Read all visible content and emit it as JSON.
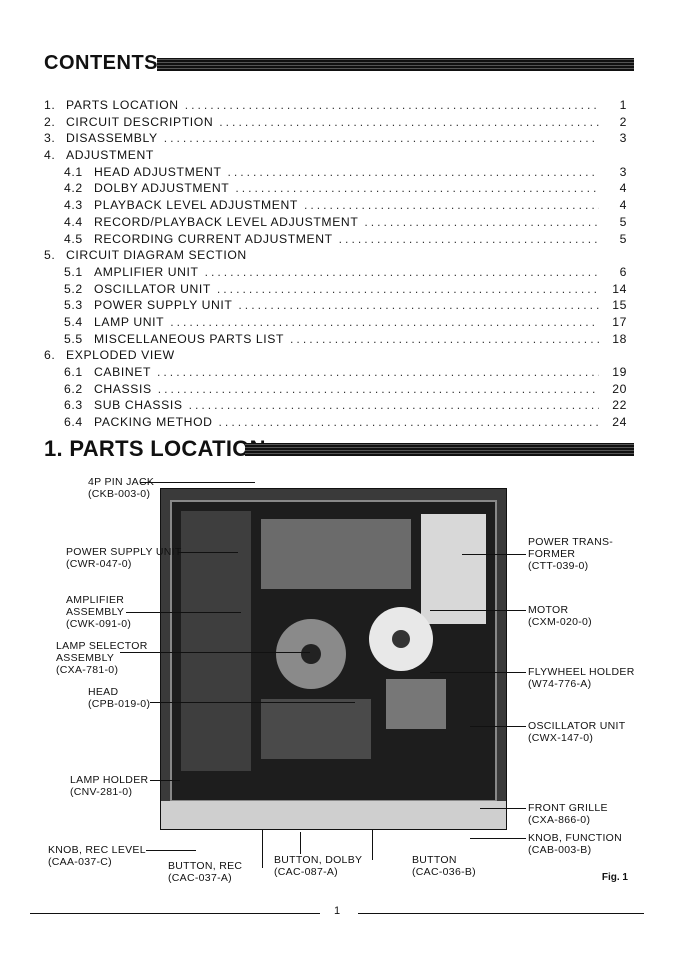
{
  "contents_heading": "CONTENTS",
  "toc": [
    {
      "num": "1.",
      "title": "PARTS LOCATION",
      "page": "1",
      "level": 0
    },
    {
      "num": "2.",
      "title": "CIRCUIT DESCRIPTION",
      "page": "2",
      "level": 0
    },
    {
      "num": "3.",
      "title": "DISASSEMBLY",
      "page": "3",
      "level": 0
    },
    {
      "num": "4.",
      "title": "ADJUSTMENT",
      "page": "",
      "level": 0
    },
    {
      "num": "4.1",
      "title": "HEAD ADJUSTMENT",
      "page": "3",
      "level": 1
    },
    {
      "num": "4.2",
      "title": "DOLBY ADJUSTMENT",
      "page": "4",
      "level": 1
    },
    {
      "num": "4.3",
      "title": "PLAYBACK LEVEL ADJUSTMENT",
      "page": "4",
      "level": 1
    },
    {
      "num": "4.4",
      "title": "RECORD/PLAYBACK LEVEL ADJUSTMENT",
      "page": "5",
      "level": 1
    },
    {
      "num": "4.5",
      "title": "RECORDING CURRENT ADJUSTMENT",
      "page": "5",
      "level": 1
    },
    {
      "num": "5.",
      "title": "CIRCUIT DIAGRAM SECTION",
      "page": "",
      "level": 0
    },
    {
      "num": "5.1",
      "title": "AMPLIFIER UNIT",
      "page": "6",
      "level": 1
    },
    {
      "num": "5.2",
      "title": "OSCILLATOR UNIT",
      "page": "14",
      "level": 1
    },
    {
      "num": "5.3",
      "title": "POWER SUPPLY UNIT",
      "page": "15",
      "level": 1
    },
    {
      "num": "5.4",
      "title": "LAMP UNIT",
      "page": "17",
      "level": 1
    },
    {
      "num": "5.5",
      "title": "MISCELLANEOUS PARTS LIST",
      "page": "18",
      "level": 1
    },
    {
      "num": "6.",
      "title": "EXPLODED VIEW",
      "page": "",
      "level": 0
    },
    {
      "num": "6.1",
      "title": "CABINET",
      "page": "19",
      "level": 1
    },
    {
      "num": "6.2",
      "title": "CHASSIS",
      "page": "20",
      "level": 1
    },
    {
      "num": "6.3",
      "title": "SUB CHASSIS",
      "page": "22",
      "level": 1
    },
    {
      "num": "6.4",
      "title": "PACKING METHOD",
      "page": "24",
      "level": 1
    }
  ],
  "parts_heading": "1. PARTS LOCATION",
  "labels": {
    "pin_jack": "4P PIN JACK\n(CKB-003-0)",
    "power_supply": "POWER SUPPLY UNIT\n(CWR-047-0)",
    "amplifier": "AMPLIFIER\nASSEMBLY\n(CWK-091-0)",
    "lamp_selector": "LAMP SELECTOR\nASSEMBLY\n(CXA-781-0)",
    "head": "HEAD\n(CPB-019-0)",
    "lamp_holder": "LAMP HOLDER\n(CNV-281-0)",
    "knob_rec": "KNOB, REC LEVEL\n(CAA-037-C)",
    "button_rec": "BUTTON, REC\n(CAC-037-A)",
    "button_dolby": "BUTTON, DOLBY\n(CAC-087-A)",
    "button": "BUTTON\n(CAC-036-B)",
    "power_transformer": "POWER TRANS-\nFORMER\n(CTT-039-0)",
    "motor": "MOTOR\n(CXM-020-0)",
    "flywheel": "FLYWHEEL HOLDER\n(W74-776-A)",
    "oscillator": "OSCILLATOR UNIT\n(CWX-147-0)",
    "front_grille": "FRONT GRILLE\n(CXA-866-0)",
    "knob_function": "KNOB, FUNCTION\n(CAB-003-B)"
  },
  "fig_tag": "Fig. 1",
  "page_number": "1"
}
